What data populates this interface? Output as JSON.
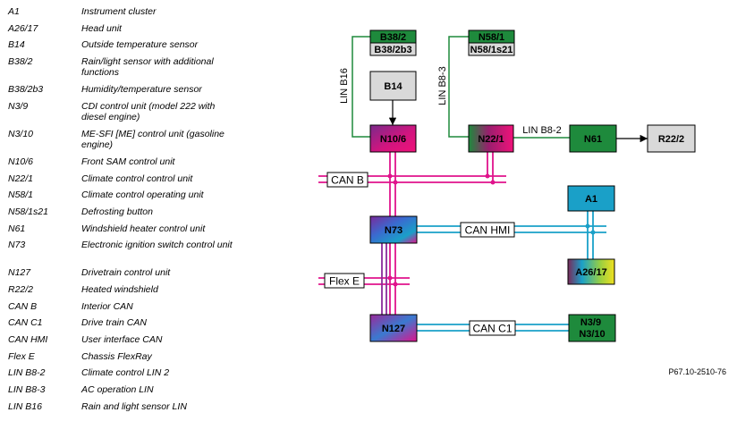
{
  "legend": [
    {
      "code": "A1",
      "desc": "Instrument cluster"
    },
    {
      "code": "A26/17",
      "desc": "Head unit"
    },
    {
      "code": "B14",
      "desc": "Outside temperature sensor"
    },
    {
      "code": "B38/2",
      "desc": "Rain/light sensor with additional functions"
    },
    {
      "code": "B38/2b3",
      "desc": "Humidity/temperature sensor"
    },
    {
      "code": "N3/9",
      "desc": "CDI control unit (model 222 with diesel engine)"
    },
    {
      "code": "N3/10",
      "desc": "ME-SFI [ME] control unit (gasoline engine)"
    },
    {
      "code": "N10/6",
      "desc": "Front SAM control unit"
    },
    {
      "code": "N22/1",
      "desc": "Climate control control unit"
    },
    {
      "code": "N58/1",
      "desc": "Climate control operating unit"
    },
    {
      "code": "N58/1s21",
      "desc": "Defrosting button"
    },
    {
      "code": "N61",
      "desc": "Windshield heater control unit"
    },
    {
      "code": "N73",
      "desc": "Electronic ignition switch control unit"
    },
    {
      "code": "N127",
      "desc": "Drivetrain control unit"
    },
    {
      "code": "R22/2",
      "desc": "Heated windshield"
    },
    {
      "code": "CAN B",
      "desc": "Interior CAN"
    },
    {
      "code": "CAN C1",
      "desc": "Drive train CAN"
    },
    {
      "code": "CAN HMI",
      "desc": "User interface CAN"
    },
    {
      "code": "Flex E",
      "desc": "Chassis FlexRay"
    },
    {
      "code": "LIN B8-2",
      "desc": "Climate control LIN 2"
    },
    {
      "code": "LIN B8-3",
      "desc": "AC operation LIN"
    },
    {
      "code": "LIN B16",
      "desc": "Rain and light sensor LIN"
    }
  ],
  "diagram": {
    "components": {
      "b38_2": "B38/2",
      "b38_2b3": "B38/2b3",
      "n58_1": "N58/1",
      "n58_1s21": "N58/1s21",
      "b14": "B14",
      "n10_6": "N10/6",
      "n22_1": "N22/1",
      "n61": "N61",
      "r22_2": "R22/2",
      "n73": "N73",
      "a1": "A1",
      "a26_17": "A26/17",
      "n127": "N127",
      "n3": "N3/9\nN3/10"
    },
    "buses": {
      "can_b": "CAN B",
      "can_hmi": "CAN HMI",
      "flex_e": "Flex E",
      "can_c1": "CAN C1"
    },
    "wires": {
      "lin_b16": "LIN B16",
      "lin_b8_3": "LIN B8-3",
      "lin_b8_2": "LIN B8-2"
    },
    "colors": {
      "green": "#1e8a3c",
      "gray_box": "#d9d9d9",
      "cyan": "#1aa0c8",
      "magenta": "#e0138c",
      "purple": "#8a2a9a",
      "wire": "#000000"
    }
  },
  "doc_code": "P67.10-2510-76"
}
